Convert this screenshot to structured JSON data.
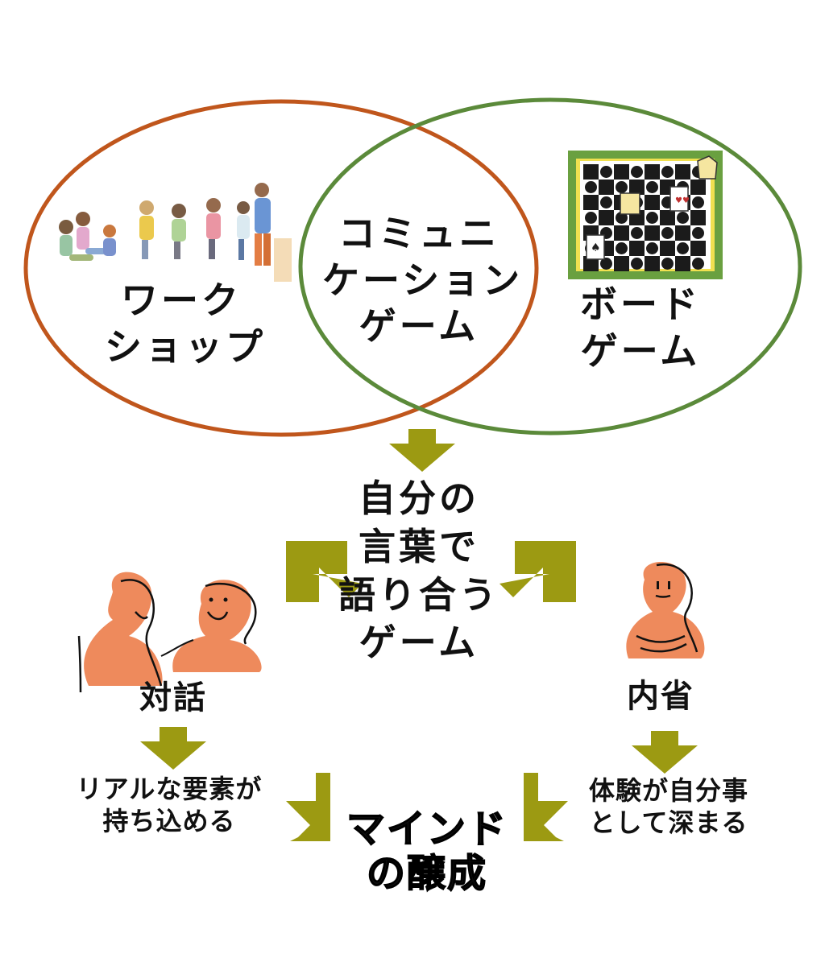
{
  "venn": {
    "left": {
      "lines": [
        "ワーク",
        "ショップ"
      ],
      "color": "#c0561c"
    },
    "center": {
      "lines": [
        "コミュニ",
        "ケーション",
        "ゲーム"
      ]
    },
    "right": {
      "lines": [
        "ボード",
        "ゲーム"
      ],
      "color": "#5b8a3a"
    }
  },
  "core": {
    "lines": [
      "自分の",
      "言葉で",
      "語り合う",
      "ゲーム"
    ]
  },
  "dialogue": {
    "label": "対話",
    "result_lines": [
      "リアルな要素が",
      "持ち込める"
    ]
  },
  "reflection": {
    "label": "内省",
    "result_lines": [
      "体験が自分事",
      "として深まる"
    ]
  },
  "outcome": {
    "lines": [
      "マインド",
      "の醸成"
    ]
  },
  "colors": {
    "arrow": "#9c9a12",
    "figure": "#ee8a5c",
    "outline": "#111111"
  },
  "icons": [
    "workshop-people-illustration",
    "board-game-illustration",
    "dialogue-figures-icon",
    "reflection-figure-icon",
    "down-arrow-icon",
    "diagonal-arrow-icon"
  ]
}
